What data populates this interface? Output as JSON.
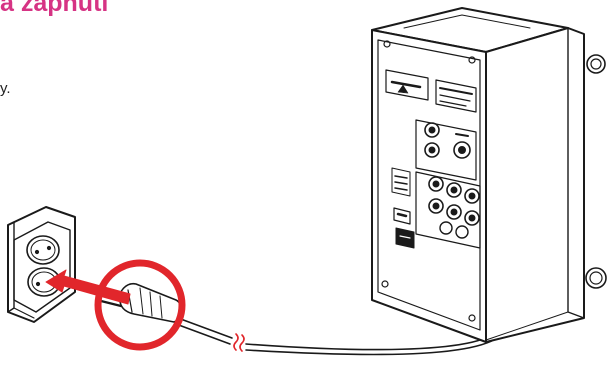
{
  "text": {
    "heading_fragment": "a zapnutí",
    "body_fragment": "y."
  },
  "colors": {
    "heading": "#d63384",
    "highlight_ring": "#e1262b",
    "insert_arrow": "#e1262b",
    "line_art": "#1a1a1a"
  },
  "icons": {
    "wall_socket": "double-power-socket",
    "plug": "power-plug",
    "device": "speaker-cabinet-rear-panel",
    "cable_break": "cable-continuation-mark"
  }
}
